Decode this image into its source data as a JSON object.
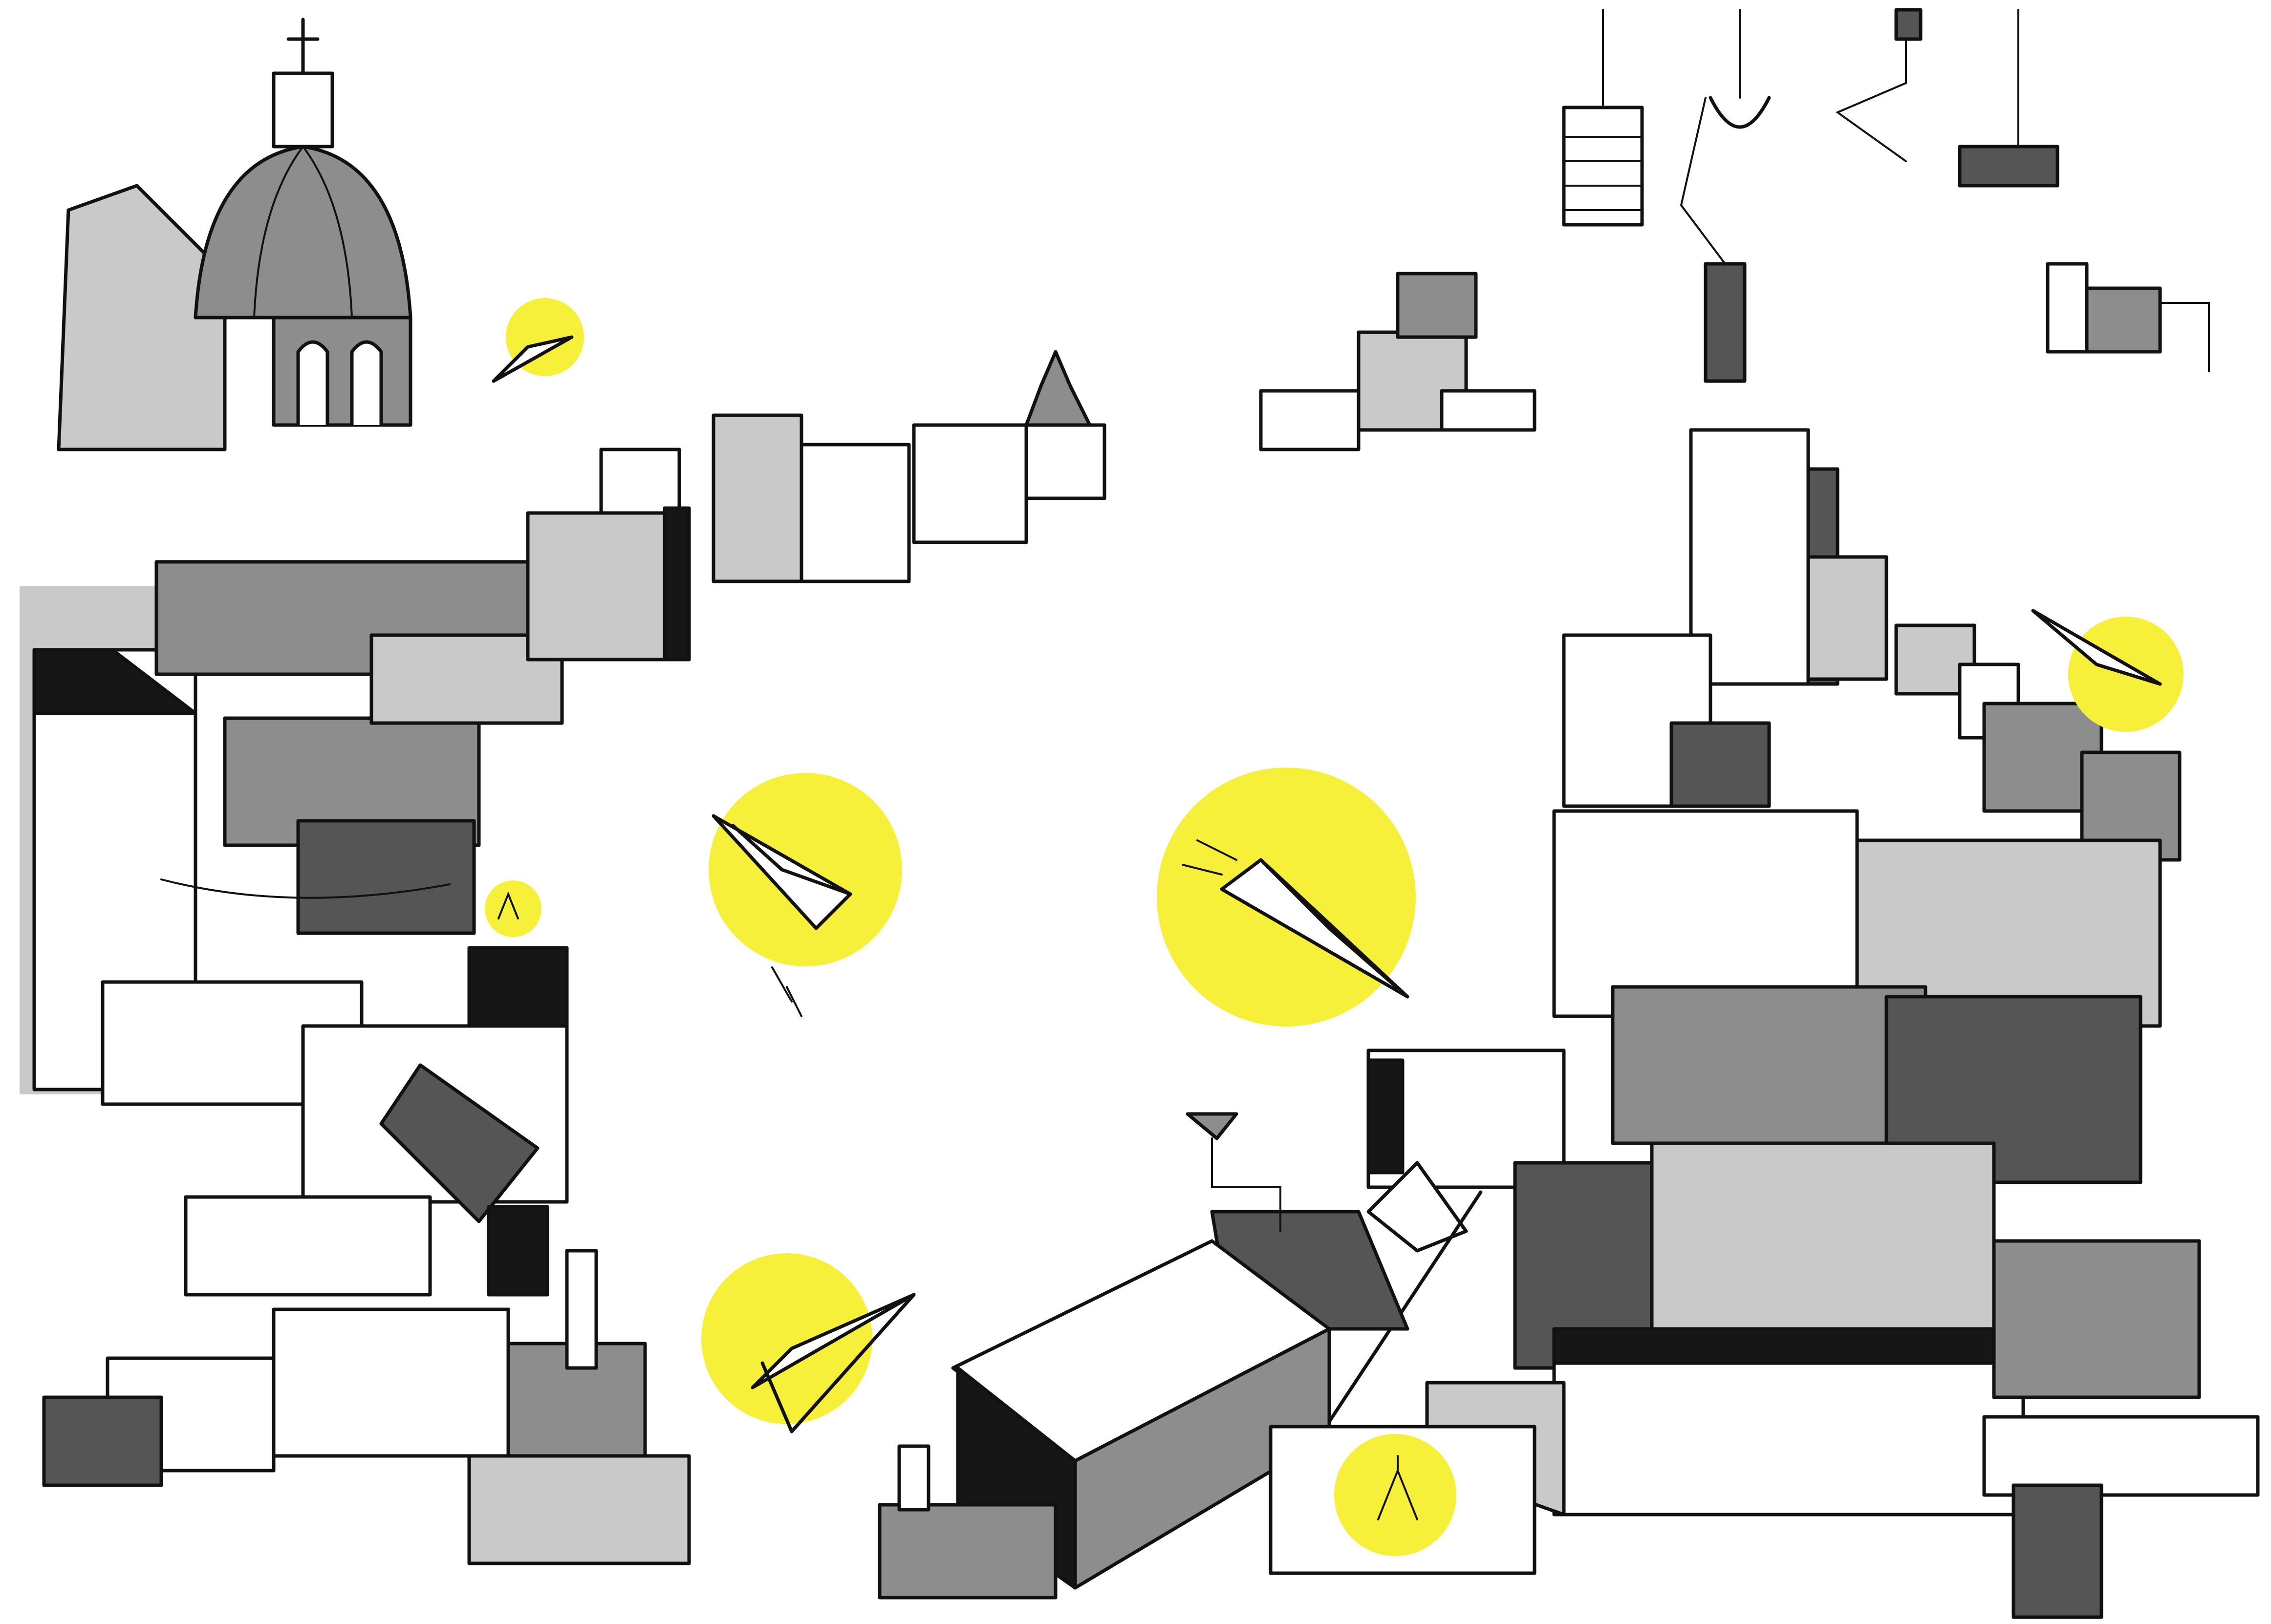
{
  "palette": {
    "background": "#ffffff",
    "ink": "#111111",
    "highlight": "#f7f03a",
    "gray_light": "#c9c9c9",
    "gray_mid": "#8d8d8d",
    "gray_dark": "#555555",
    "black": "#161616",
    "paper": "#ffffff"
  },
  "elements": {
    "left_cluster": "cluster-left",
    "right_cluster": "cluster-right",
    "bottom_cluster": "cluster-bottom",
    "dome": "church-dome",
    "machine": "hanging-machine",
    "planes": "paper-plane"
  }
}
